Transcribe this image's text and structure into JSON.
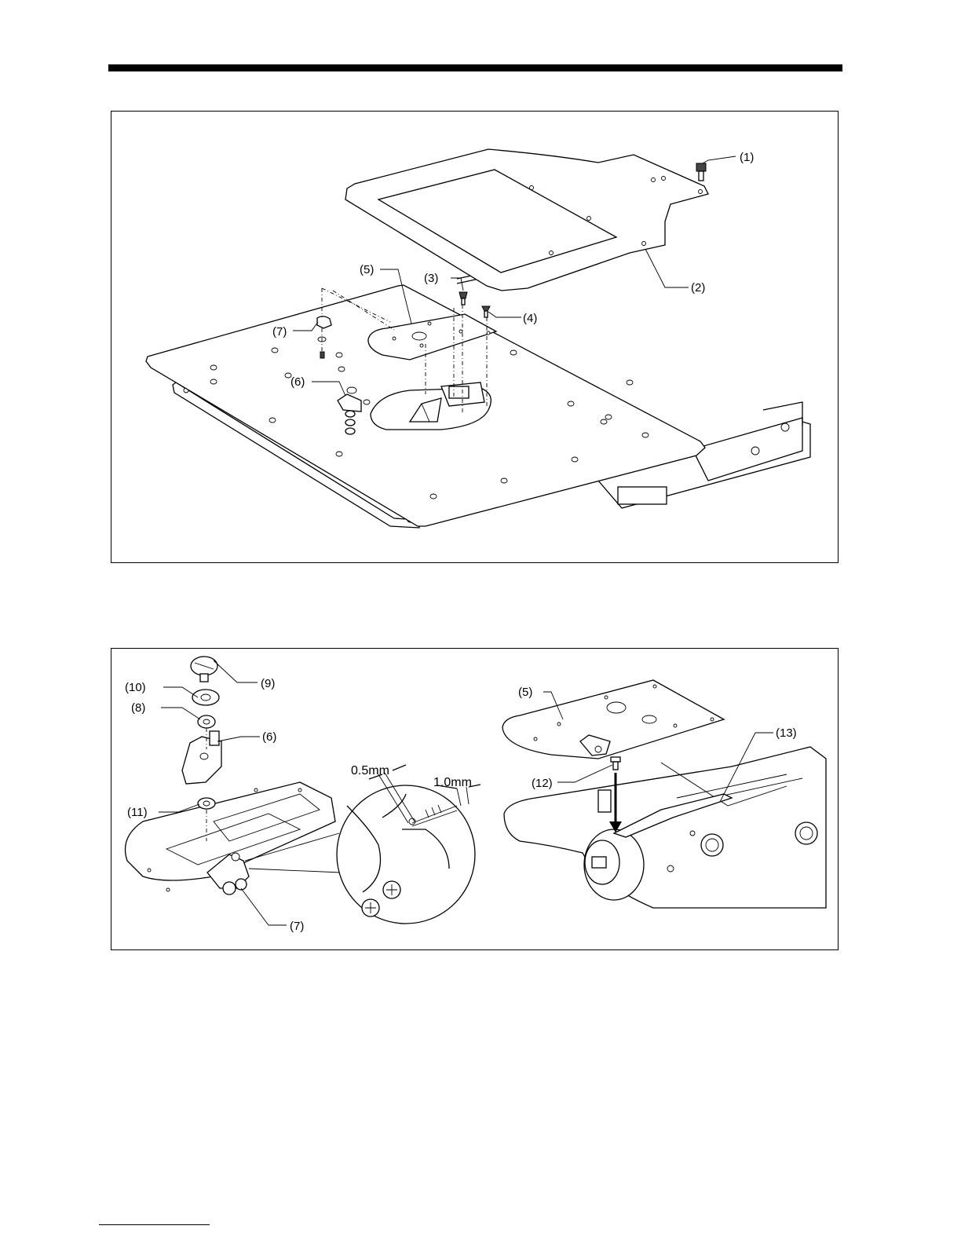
{
  "figure_top": {
    "labels": {
      "l1": "(1)",
      "l2": "(2)",
      "l3": "(3)",
      "l4": "(4)",
      "l5": "(5)",
      "l6": "(6)",
      "l7": "(7)"
    }
  },
  "figure_bottom": {
    "labels": {
      "l5": "(5)",
      "l6": "(6)",
      "l7": "(7)",
      "l8": "(8)",
      "l9": "(9)",
      "l10": "(10)",
      "l11": "(11)",
      "l12": "(12)",
      "l13": "(13)"
    },
    "dimensions": {
      "gap_a": "0.5mm",
      "gap_b": "1.0mm"
    }
  }
}
